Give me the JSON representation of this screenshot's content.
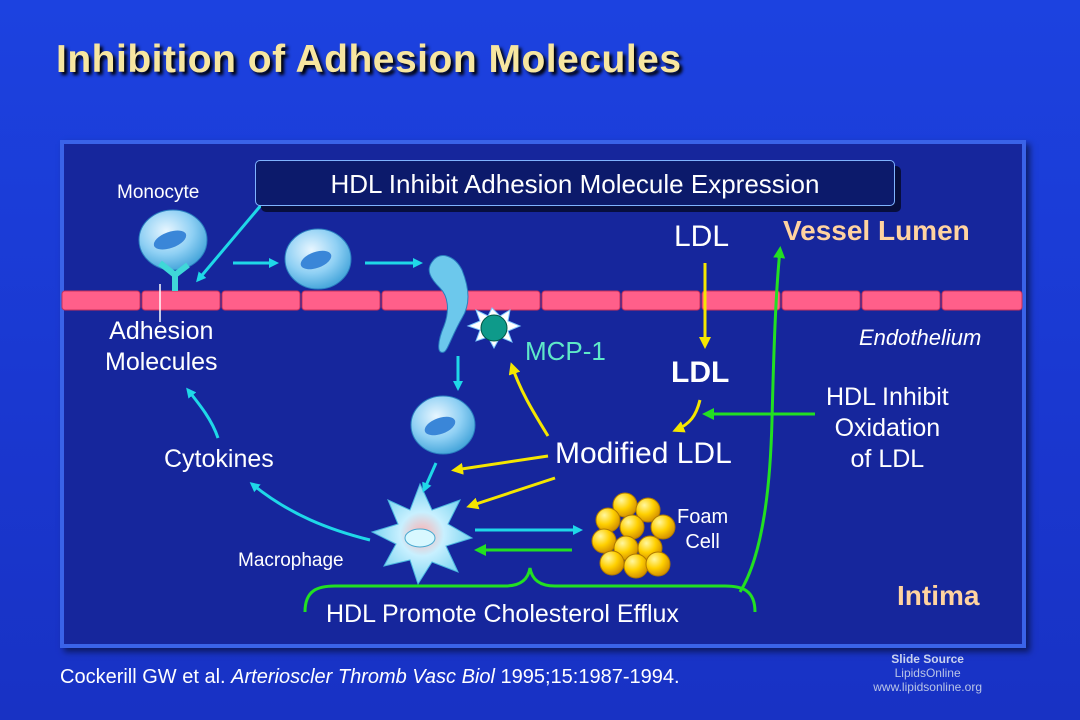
{
  "slide": {
    "title": "Inhibition of Adhesion Molecules",
    "banner": "HDL Inhibit Adhesion Molecule Expression",
    "labels": {
      "monocyte": "Monocyte",
      "ldl_top": "LDL",
      "vessel_lumen": "Vessel Lumen",
      "adhesion_line1": "Adhesion",
      "adhesion_line2": "Molecules",
      "mcp1": "MCP-1",
      "endothelium": "Endothelium",
      "ldl_mid": "LDL",
      "hdl_ox_line1": "HDL Inhibit",
      "hdl_ox_line2": "Oxidation",
      "hdl_ox_line3": "of LDL",
      "cytokines": "Cytokines",
      "modified_ldl": "Modified LDL",
      "foam_line1": "Foam",
      "foam_line2": "Cell",
      "macrophage": "Macrophage",
      "intima": "Intima",
      "efflux": "HDL Promote Cholesterol Efflux"
    },
    "citation": {
      "authors": "Cockerill GW et al.",
      "journal": "Arterioscler Thromb Vasc Biol",
      "ref": "1995;15:1987-1994."
    },
    "source": {
      "line1": "Slide Source",
      "line2": "LipidsOnline",
      "line3": "www.lipidsonline.org"
    }
  },
  "colors": {
    "background": "#1a3ad0",
    "panel": "#16269c",
    "title": "#f7e6a0",
    "label_peach": "#ffd3a0",
    "cyan_arrow": "#1fd8e8",
    "yellow_arrow": "#f4e600",
    "green_arrow": "#22e022",
    "endothelium": "#ff5f8a"
  }
}
